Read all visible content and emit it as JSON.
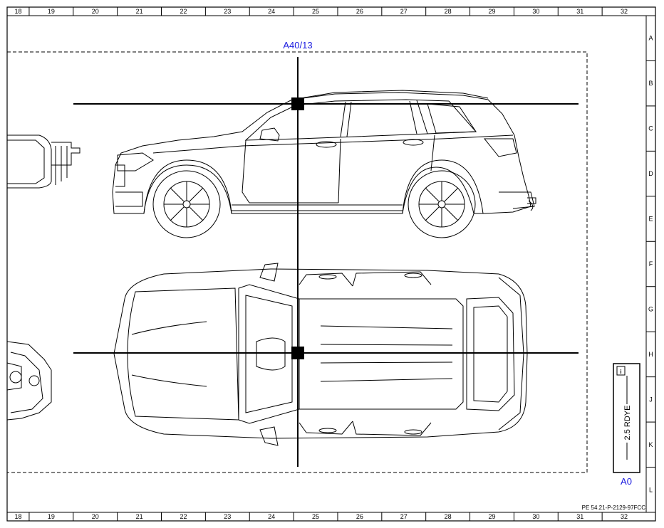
{
  "grid": {
    "columns": [
      "18",
      "19",
      "20",
      "21",
      "22",
      "23",
      "24",
      "25",
      "26",
      "27",
      "28",
      "29",
      "30",
      "31",
      "32"
    ],
    "rows": [
      "A",
      "B",
      "C",
      "D",
      "E",
      "F",
      "G",
      "H",
      "J",
      "K",
      "L"
    ]
  },
  "component_label": "A40/13",
  "connector": {
    "info_icon": "info-icon",
    "wire_label": "2.5 RDYE",
    "pin_label": "A0"
  },
  "document_id": "PE 54.21-P-2129-97FCC",
  "colors": {
    "label_blue": "#1a1adf",
    "line": "#000000"
  }
}
